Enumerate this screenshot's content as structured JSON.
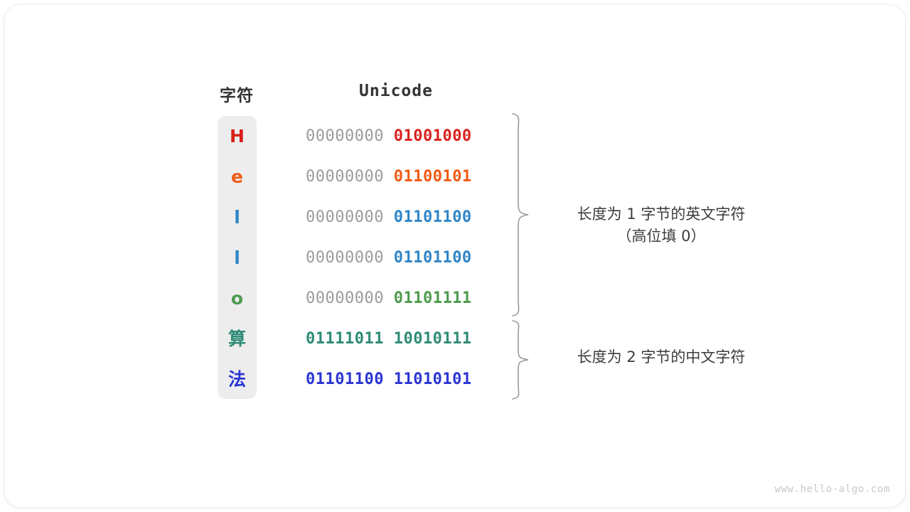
{
  "card": {
    "background": "#ffffff",
    "radius": "22px"
  },
  "headers": {
    "character": "字符",
    "encoding": "Unicode"
  },
  "strip": {
    "background": "#ededed"
  },
  "rows": [
    {
      "char": "H",
      "color": "#d8211c",
      "high_bits": "00000000 ",
      "low_bits": "01001000",
      "type": "latin"
    },
    {
      "char": "e",
      "color": "#f05a14",
      "high_bits": "00000000 ",
      "low_bits": "01100101",
      "type": "latin"
    },
    {
      "char": "l",
      "color": "#2f85c6",
      "high_bits": "00000000 ",
      "low_bits": "01101100",
      "type": "latin"
    },
    {
      "char": "l",
      "color": "#2f85c6",
      "high_bits": "00000000 ",
      "low_bits": "01101100",
      "type": "latin"
    },
    {
      "char": "o",
      "color": "#4e9a4e",
      "high_bits": "00000000 ",
      "low_bits": "01101111",
      "type": "latin"
    },
    {
      "char": "算",
      "color": "#2e8b76",
      "high_bits": "",
      "low_bits": "01111011 10010111",
      "type": "cjk"
    },
    {
      "char": "法",
      "color": "#2b35d4",
      "high_bits": "",
      "low_bits": "01101100 11010101",
      "type": "cjk"
    }
  ],
  "annotations": [
    {
      "line1": "长度为 1 字节的英文字符",
      "line2": "（高位填 0）"
    },
    {
      "line1": "长度为 2 字节的中文字符",
      "line2": ""
    }
  ],
  "watermark": "www.hello-algo.com",
  "colors": {
    "gray_bits": "#9b9b9b",
    "text": "#3c3c3c",
    "brace": "#9a9a9a",
    "watermark": "#c9c9c9"
  }
}
